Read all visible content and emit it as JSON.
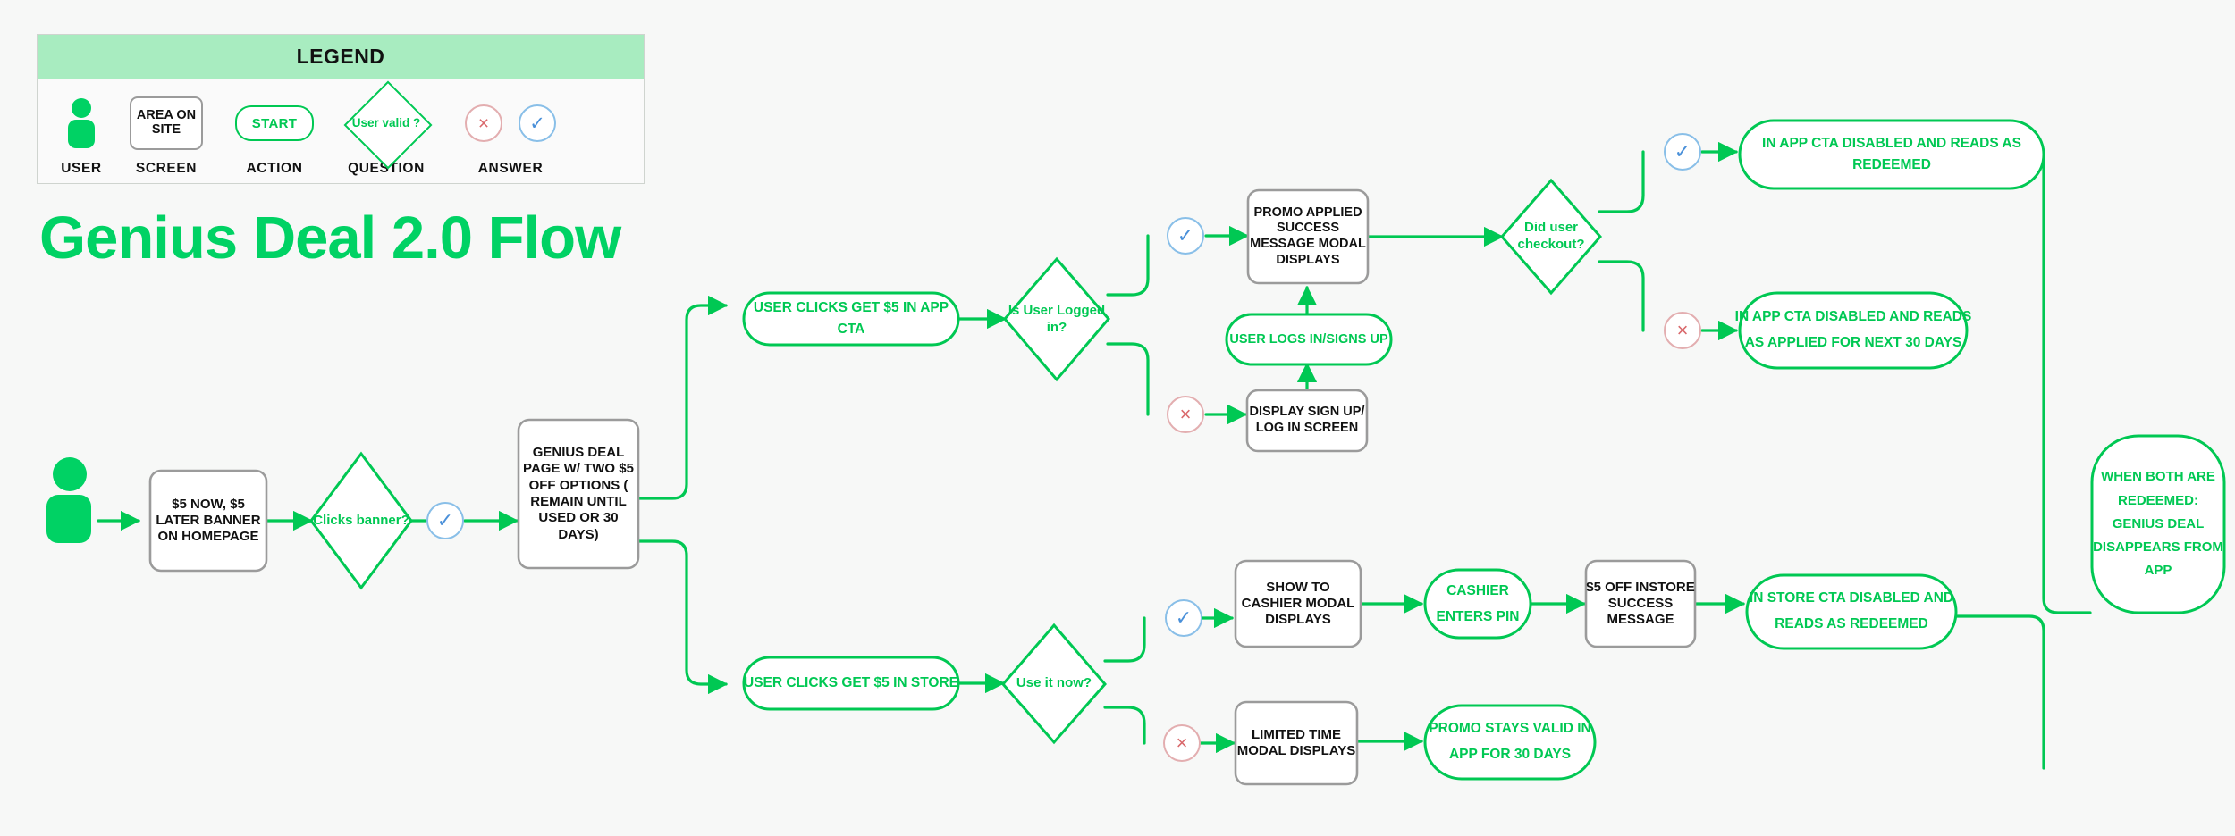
{
  "page": {
    "background_color": "#f7f8f7",
    "title": "Genius Deal 2.0 Flow",
    "accent_green": "#00c853",
    "brand_green": "#00d264",
    "legend_header_bg": "#a8ecc0",
    "screen_border": "#9b9b9b",
    "answer_no_color": "#d9686b",
    "answer_yes_color": "#4a90d9"
  },
  "legend": {
    "header": "LEGEND",
    "items": [
      {
        "caption": "USER",
        "icon": "person-icon",
        "sample": ""
      },
      {
        "caption": "SCREEN",
        "icon": "rounded-rect-icon",
        "sample": "AREA ON SITE"
      },
      {
        "caption": "ACTION",
        "icon": "pill-icon",
        "sample": "START"
      },
      {
        "caption": "QUESTION",
        "icon": "diamond-icon",
        "sample": "User valid ?"
      },
      {
        "caption": "ANSWER",
        "icon": "answer-badges-icon",
        "sample_no": "×",
        "sample_yes": "✓"
      }
    ]
  },
  "flow": {
    "nodes": {
      "start_user": {
        "type": "user",
        "label": ""
      },
      "banner": {
        "type": "screen",
        "label": "$5 NOW, $5 LATER BANNER ON HOMEPAGE",
        "lines": [
          "$5 NOW, $5 LATER",
          "BANNER ON",
          "HOMEPAGE"
        ]
      },
      "clicks_banner": {
        "type": "question",
        "label": "Clicks banner?",
        "lines": [
          "Clicks",
          "banner?"
        ]
      },
      "banner_yes": {
        "type": "answer",
        "value": "yes",
        "glyph": "✓"
      },
      "genius_deal_page": {
        "type": "screen",
        "label": "GENIUS DEAL PAGE W/ TWO $5 OFF OPTIONS ( REMAIN UNTIL USED OR 30 DAYS)",
        "lines": [
          "GENIUS DEAL",
          "PAGE W/ TWO $5",
          "OFF OPTIONS",
          "( REMAIN UNTIL",
          "USED OR 30 DAYS)"
        ]
      },
      "click_in_app_cta": {
        "type": "action",
        "label": "USER CLICKS GET $5 IN APP CTA",
        "lines": [
          "USER CLICKS GET $5 IN APP CTA"
        ]
      },
      "is_user_logged_in": {
        "type": "question",
        "label": "Is User Logged in?",
        "lines": [
          "Is User",
          "Logged in?"
        ]
      },
      "logged_in_yes": {
        "type": "answer",
        "value": "yes",
        "glyph": "✓"
      },
      "logged_in_no": {
        "type": "answer",
        "value": "no",
        "glyph": "×"
      },
      "promo_applied_modal": {
        "type": "screen",
        "label": "PROMO APPLIED SUCCESS MESSAGE MODAL DISPLAYS",
        "lines": [
          "PROMO APPLIED",
          "SUCCESS",
          "MESSAGE MODAL",
          "DISPLAYS"
        ]
      },
      "user_logs_in": {
        "type": "action",
        "label": "USER LOGS IN/SIGNS UP",
        "lines": [
          "USER LOGS IN/SIGNS UP"
        ]
      },
      "display_sign_up": {
        "type": "screen",
        "label": "DISPLAY SIGN UP/ LOG IN SCREEN",
        "lines": [
          "DISPLAY SIGN UP/",
          "LOG IN SCREEN"
        ]
      },
      "did_user_checkout": {
        "type": "question",
        "label": "Did user checkout?",
        "lines": [
          "Did user",
          "checkout?"
        ]
      },
      "checkout_yes": {
        "type": "answer",
        "value": "yes",
        "glyph": "✓"
      },
      "checkout_no": {
        "type": "answer",
        "value": "no",
        "glyph": "×"
      },
      "in_app_cta_redeemed": {
        "type": "action",
        "label": "IN APP CTA DISABLED AND READS AS REDEEMED",
        "lines": [
          "IN APP CTA DISABLED AND READS AS REDEEMED"
        ]
      },
      "in_app_cta_applied_30": {
        "type": "action",
        "label": "IN APP CTA DISABLED AND READS AS APPLIED FOR NEXT 30 DAYS",
        "lines": [
          "IN APP CTA DISABLED AND READS AS",
          "APPLIED FOR NEXT 30 DAYS"
        ]
      },
      "click_in_store": {
        "type": "action",
        "label": "USER CLICKS GET $5 IN STORE",
        "lines": [
          "USER CLICKS GET $5 IN STORE"
        ]
      },
      "use_it_now": {
        "type": "question",
        "label": "Use it now?",
        "lines": [
          "Use it now?"
        ]
      },
      "use_now_yes": {
        "type": "answer",
        "value": "yes",
        "glyph": "✓"
      },
      "use_now_no": {
        "type": "answer",
        "value": "no",
        "glyph": "×"
      },
      "show_to_cashier": {
        "type": "screen",
        "label": "SHOW TO CASHIER MODAL DISPLAYS",
        "lines": [
          "SHOW TO",
          "CASHIER MODAL",
          "DISPLAYS"
        ]
      },
      "cashier_enters_pin": {
        "type": "action",
        "label": "CASHIER ENTERS PIN",
        "lines": [
          "CASHIER",
          "ENTERS PIN"
        ]
      },
      "instore_success": {
        "type": "screen",
        "label": "$5 OFF INSTORE SUCCESS MESSAGE",
        "lines": [
          "$5 OFF INSTORE",
          "SUCCESS",
          "MESSAGE"
        ]
      },
      "in_store_cta_redeemed": {
        "type": "action",
        "label": "IN STORE CTA DISABLED AND READS AS REDEEMED",
        "lines": [
          "IN STORE CTA DISABLED AND",
          "READS AS REDEEMED"
        ]
      },
      "limited_time_modal": {
        "type": "screen",
        "label": "LIMITED TIME MODAL DISPLAYS",
        "lines": [
          "LIMITED TIME",
          "MODAL DISPLAYS"
        ]
      },
      "promo_stays_valid": {
        "type": "action",
        "label": "PROMO STAYS VALID IN APP FOR 30 DAYS",
        "lines": [
          "PROMO STAYS VALID",
          "IN APP FOR 30 DAYS"
        ]
      },
      "both_redeemed": {
        "type": "action",
        "label": "WHEN BOTH ARE REDEEMED: GENIUS DEAL DISAPPEARS FROM APP",
        "lines": [
          "WHEN BOTH ARE",
          "REDEEMED: GENIUS",
          "DEAL DISAPPEARS",
          "FROM APP"
        ]
      }
    }
  }
}
